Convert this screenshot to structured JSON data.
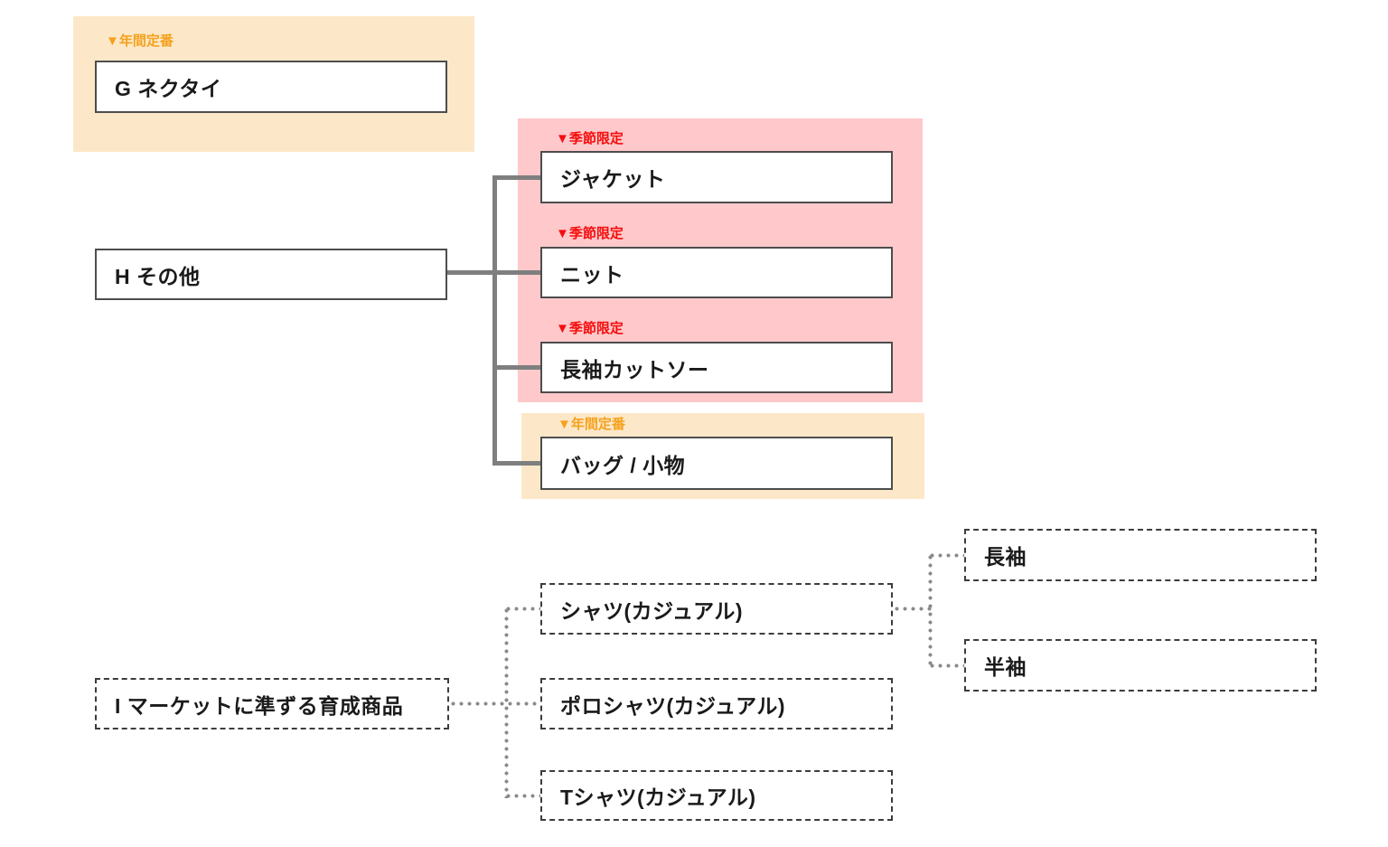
{
  "diagram": {
    "badges": {
      "annual": "▼年間定番",
      "seasonal": "▼季節限定"
    },
    "colors": {
      "annual_panel_bg": "#FCE8C8",
      "annual_badge_text": "#F5A11C",
      "seasonal_panel_bg": "#FFC9CB",
      "seasonal_badge_text": "#F50D0D",
      "solid_connector": "#7F7F7F",
      "dotted_connector": "#8A8A8A",
      "node_border": "#4D4D4D"
    },
    "nodes": {
      "g_necktie": "G ネクタイ",
      "h_other": "H その他",
      "jacket": "ジャケット",
      "knit": "ニット",
      "long_sleeve_cutsew": "長袖カットソー",
      "bag_accessories": "バッグ / 小物",
      "i_market_growth": "I マーケットに準ずる育成商品",
      "shirt_casual": "シャツ(カジュアル)",
      "polo_casual": "ポロシャツ(カジュアル)",
      "tshirt_casual": "Tシャツ(カジュアル)",
      "long_sleeve": "長袖",
      "short_sleeve": "半袖"
    }
  }
}
